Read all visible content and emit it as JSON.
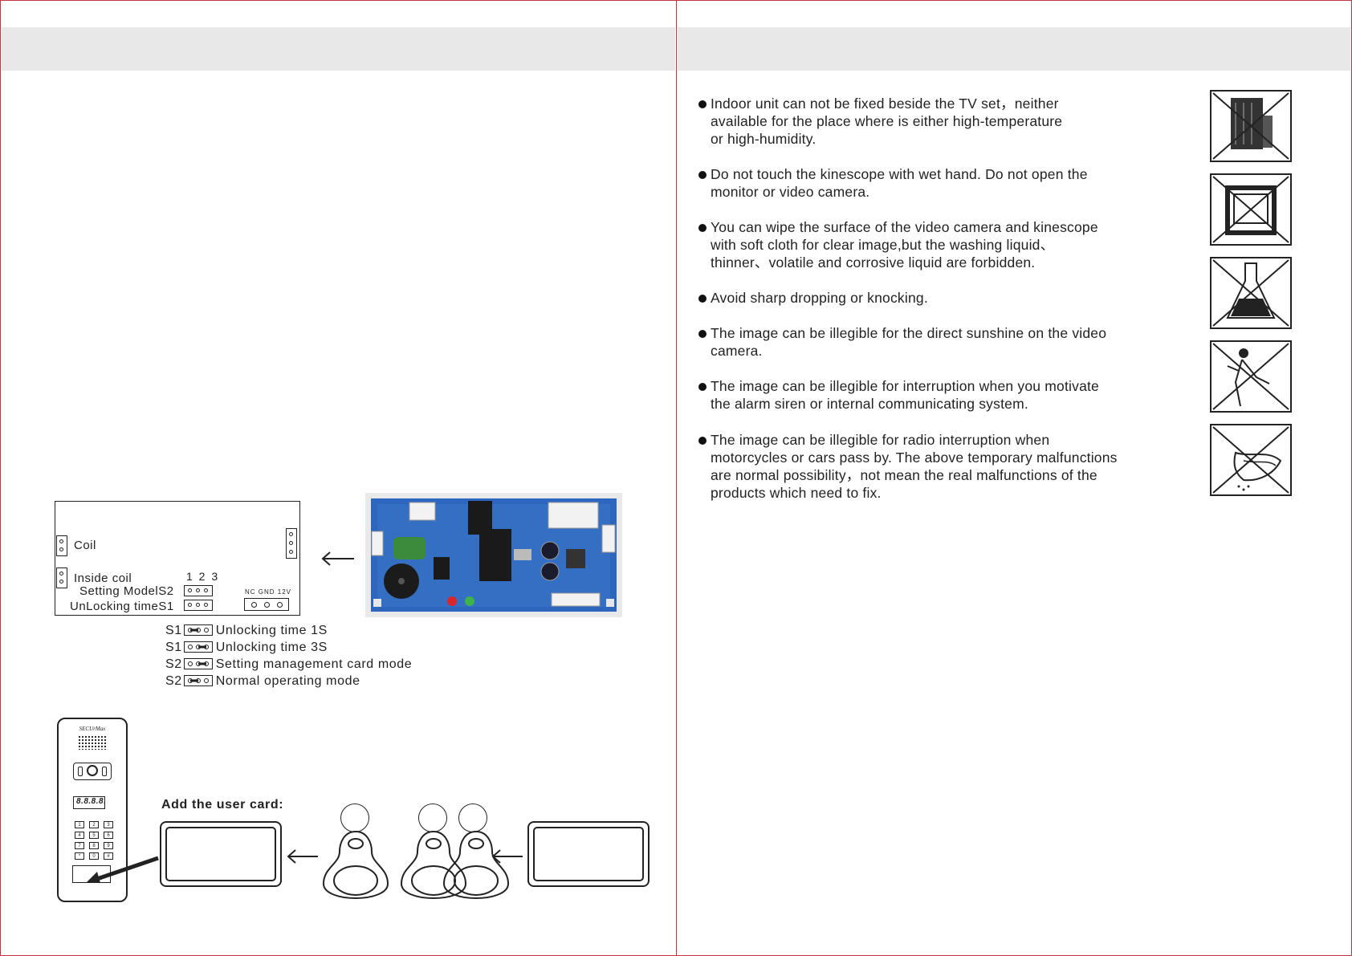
{
  "left_page": {
    "schematic": {
      "coil": "Coil",
      "inside_coil": "Inside coil",
      "pin_numbers": "1 2 3",
      "setting_model": "Setting ModelS2",
      "unlocking_time": "UnLocking timeS1",
      "power_pins": "NC GND 12V"
    },
    "jumper_legend": [
      {
        "switch": "S1",
        "text": "Unlocking time 1S"
      },
      {
        "switch": "S1",
        "text": "Unlocking time 3S"
      },
      {
        "switch": "S2",
        "text": "Setting management card mode"
      },
      {
        "switch": "S2",
        "text": "Normal operating mode"
      }
    ],
    "door_panel": {
      "brand": "SECUrMax",
      "display": "8.8.8.8.",
      "keys": [
        "1",
        "2",
        "3",
        "4",
        "5",
        "6",
        "7",
        "8",
        "9",
        "*",
        "0",
        "#"
      ]
    },
    "add_user_card_label": "Add the user card:"
  },
  "right_page": {
    "bullets": [
      {
        "lines": [
          "Indoor unit can not be fixed beside the TV set，neither",
          "available for the place where is  either high-temperature",
          "or high-humidity."
        ]
      },
      {
        "lines": [
          "Do not touch the kinescope with wet hand. Do not open the",
          "monitor or video camera."
        ]
      },
      {
        "lines": [
          "You can wipe the surface of the video camera and kinescope",
          "with soft cloth for  clear image,but the washing liquid、",
          "thinner、volatile and corrosive liquid are forbidden."
        ]
      },
      {
        "lines": [
          "Avoid sharp dropping or knocking."
        ]
      },
      {
        "lines": [
          "The image can be illegible for the direct sunshine on the video",
          "camera."
        ]
      },
      {
        "lines": [
          "The image can be illegible for interruption when you motivate",
          " the alarm siren or internal communicating system."
        ]
      },
      {
        "lines": [
          "The image can be illegible for radio interruption when",
          "motorcycles or cars pass by. The above temporary malfunctions",
          "are normal possibility，not mean the real malfunctions of the",
          "products which need to fix."
        ]
      }
    ],
    "warning_icons": [
      "heater-prohibited-icon",
      "tv-prohibited-icon",
      "chemical-flask-prohibited-icon",
      "person-knocking-prohibited-icon",
      "liquid-cleaning-prohibited-icon"
    ]
  }
}
